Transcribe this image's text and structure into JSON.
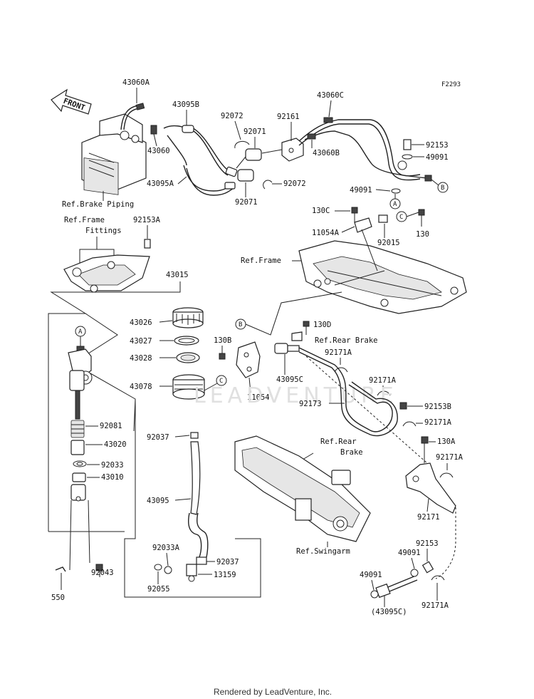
{
  "figure_code": "F2293",
  "front_label": "FRONT",
  "watermark": "LEADVENTURE",
  "footer": "Rendered by LeadVenture, Inc.",
  "refs": {
    "brake_piping": "Ref.Brake Piping",
    "frame_fittings_1": "Ref.Frame",
    "frame_fittings_2": "Fittings",
    "frame": "Ref.Frame",
    "rear_brake": "Ref.Rear Brake",
    "rear_brake_2a": "Ref.Rear",
    "rear_brake_2b": "Brake",
    "swingarm": "Ref.Swingarm"
  },
  "parts": {
    "p43060A": "43060A",
    "p43095B": "43095B",
    "p92072a": "92072",
    "p92161": "92161",
    "p43060C": "43060C",
    "p92071a": "92071",
    "p43060": "43060",
    "p43060B": "43060B",
    "p92153": "92153",
    "p49091a": "49091",
    "p43095A": "43095A",
    "p92072b": "92072",
    "p92071b": "92071",
    "p49091b": "49091",
    "p92153A": "92153A",
    "p130C": "130C",
    "p130": "130",
    "p11054A": "11054A",
    "p92015": "92015",
    "p43015": "43015",
    "p43026": "43026",
    "p43027": "43027",
    "p43028": "43028",
    "p43078": "43078",
    "p130D": "130D",
    "p130B": "130B",
    "p92171A_a": "92171A",
    "p43095C": "43095C",
    "p92171A_b": "92171A",
    "p11054": "11054",
    "p92173": "92173",
    "p92153B": "92153B",
    "p92081": "92081",
    "p43020": "43020",
    "p92037a": "92037",
    "p92171A_c": "92171A",
    "p130A": "130A",
    "p92033": "92033",
    "p43010": "43010",
    "p92171A_d": "92171A",
    "p43095": "43095",
    "p92171": "92171",
    "p92033A": "92033A",
    "p92037b": "92037",
    "p92043": "92043",
    "p92153c": "92153",
    "p49091c": "49091",
    "p92055": "92055",
    "p13159": "13159",
    "p550": "550",
    "p49091d": "49091",
    "p43095C_paren": "(43095C)",
    "p92171A_e": "92171A"
  },
  "callouts": {
    "A": "A",
    "B": "B",
    "C": "C"
  }
}
